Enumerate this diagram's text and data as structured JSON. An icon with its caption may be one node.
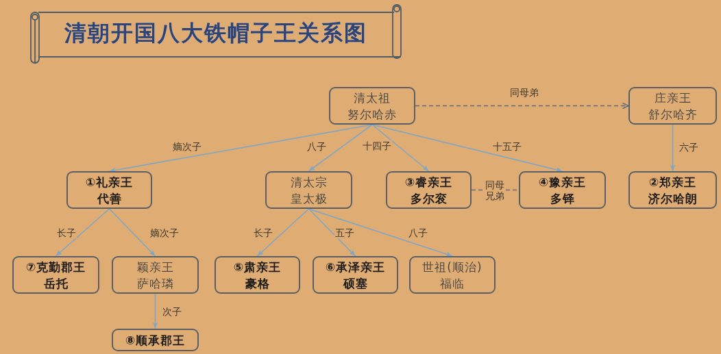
{
  "diagram": {
    "title": "清朝开国八大铁帽子王关系图",
    "nodes": [
      {
        "text": [
          "清太祖",
          "努尔哈赤"
        ]
      },
      {
        "text": [
          "庄亲王",
          "舒尔哈齐"
        ]
      },
      {
        "text": [
          "①礼亲王",
          "代善"
        ]
      },
      {
        "text": [
          "清太宗",
          "皇太极"
        ]
      },
      {
        "text": [
          "③睿亲王",
          "多尔衮"
        ]
      },
      {
        "text": [
          "④豫亲王",
          "多铎"
        ]
      },
      {
        "text": [
          "②郑亲王",
          "济尔哈朗"
        ]
      },
      {
        "text": [
          "⑦克勤郡王",
          "岳托"
        ]
      },
      {
        "text": [
          "颖亲王",
          "萨哈璘"
        ]
      },
      {
        "text": [
          "⑤肃亲王",
          "豪格"
        ]
      },
      {
        "text": [
          "⑥承泽亲王",
          "硕塞"
        ]
      },
      {
        "text": [
          "世祖(顺治)",
          "福临"
        ]
      },
      {
        "text": [
          "⑧顺承郡王"
        ]
      }
    ],
    "edges": [
      {
        "from": 0,
        "to": 1,
        "arrow": "to",
        "label": "同母弟",
        "style": "dashed",
        "color": "#5e6a75"
      },
      {
        "from": 0,
        "to": 2,
        "arrow": "to",
        "label": "嫡次子"
      },
      {
        "from": 0,
        "to": 3,
        "arrow": "to",
        "label": "八子"
      },
      {
        "from": 0,
        "to": 4,
        "arrow": "to",
        "label": "十四子"
      },
      {
        "from": 0,
        "to": 5,
        "arrow": "to",
        "label": "十五子"
      },
      {
        "from": 1,
        "to": 6,
        "arrow": "to",
        "label": "六子"
      },
      {
        "from": 4,
        "to": 5,
        "arrow": "none",
        "label": "同母兄弟",
        "style": "dashed",
        "color": "#5e6a75"
      },
      {
        "from": 2,
        "to": 7,
        "arrow": "to",
        "label": "长子"
      },
      {
        "from": 2,
        "to": 8,
        "arrow": "to",
        "label": "嫡次子"
      },
      {
        "from": 3,
        "to": 9,
        "arrow": "to",
        "label": "长子"
      },
      {
        "from": 3,
        "to": 10,
        "arrow": "to",
        "label": "五子"
      },
      {
        "from": 3,
        "to": 11,
        "arrow": "to",
        "label": "八子"
      },
      {
        "from": 8,
        "to": 12,
        "arrow": "to",
        "label": "次子"
      }
    ]
  }
}
